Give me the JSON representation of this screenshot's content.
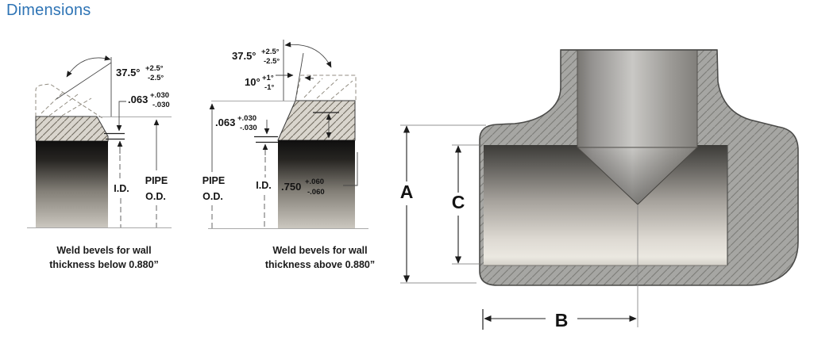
{
  "title": "Dimensions",
  "colors": {
    "title_accent": "#2e74b5",
    "bevel_hatch_bg": "#d9d5cd",
    "bevel_hatch_line": "#6f6a5e",
    "tee_body_bg": "#a6a6a3",
    "tee_hatch_line": "#7c7c78",
    "pipe_wall_dark": "#111111",
    "pipe_wall_light": "#c9c5bd"
  },
  "left_diagram": {
    "bevel_angle": {
      "value": "37.5°",
      "plus": "+2.5°",
      "minus": "-2.5°"
    },
    "root_face": {
      "value": ".063",
      "plus": "+.030",
      "minus": "-.030"
    },
    "id_label": "I.D.",
    "pipe_label": "PIPE",
    "od_label": "O.D.",
    "caption_line1": "Weld bevels for wall",
    "caption_line2": "thickness below 0.880”"
  },
  "middle_diagram": {
    "bevel_angle": {
      "value": "37.5°",
      "plus": "+2.5°",
      "minus": "-2.5°"
    },
    "land_angle": {
      "value": "10°",
      "plus": "+1°",
      "minus": "-1°"
    },
    "root_face": {
      "value": ".063",
      "plus": "+.030",
      "minus": "-.030"
    },
    "bevel_depth": {
      "value": ".750",
      "plus": "+.060",
      "minus": "-.060"
    },
    "pipe_label": "PIPE",
    "od_label": "O.D.",
    "id_label": "I.D.",
    "caption_line1": "Weld bevels for wall",
    "caption_line2": "thickness above 0.880”"
  },
  "tee_diagram": {
    "dim_a": "A",
    "dim_b": "B",
    "dim_c": "C"
  }
}
